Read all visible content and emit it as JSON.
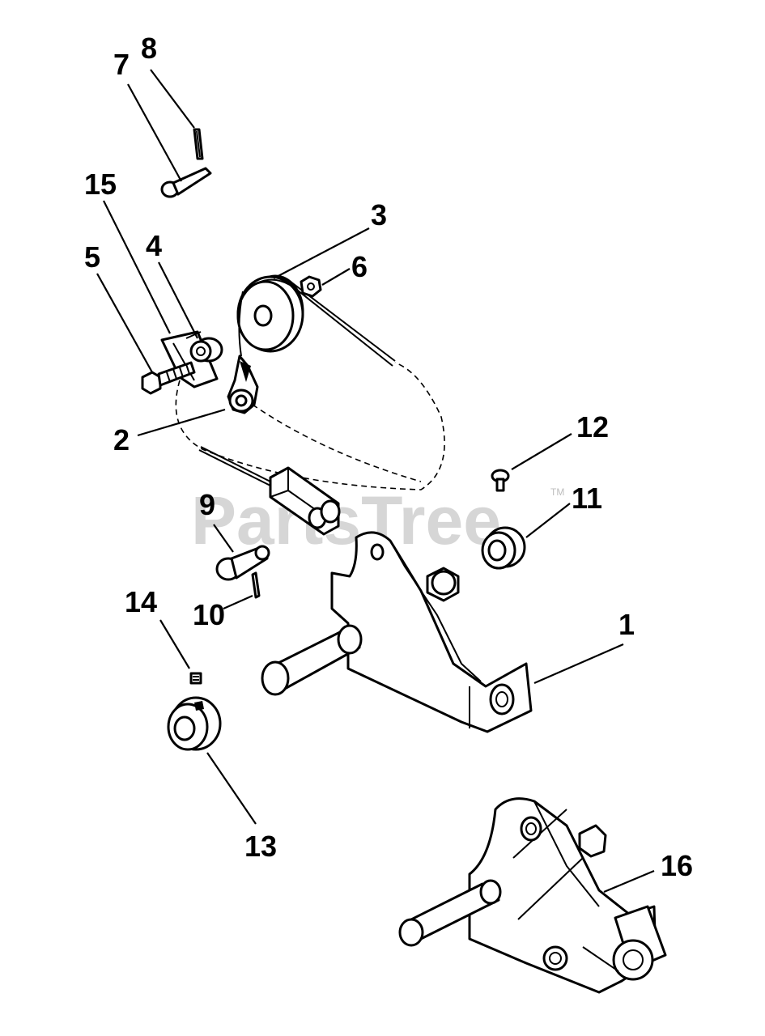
{
  "watermark": {
    "text": "PartsTree",
    "tm": "TM"
  },
  "callouts": [
    {
      "id": "c1",
      "text": "1"
    },
    {
      "id": "c2",
      "text": "2"
    },
    {
      "id": "c3",
      "text": "3"
    },
    {
      "id": "c4",
      "text": "4"
    },
    {
      "id": "c5",
      "text": "5"
    },
    {
      "id": "c6",
      "text": "6"
    },
    {
      "id": "c7",
      "text": "7"
    },
    {
      "id": "c8",
      "text": "8"
    },
    {
      "id": "c9",
      "text": "9"
    },
    {
      "id": "c10",
      "text": "10"
    },
    {
      "id": "c11",
      "text": "11"
    },
    {
      "id": "c12",
      "text": "12"
    },
    {
      "id": "c13",
      "text": "13"
    },
    {
      "id": "c14",
      "text": "14"
    },
    {
      "id": "c15",
      "text": "15"
    },
    {
      "id": "c16",
      "text": "16"
    }
  ]
}
